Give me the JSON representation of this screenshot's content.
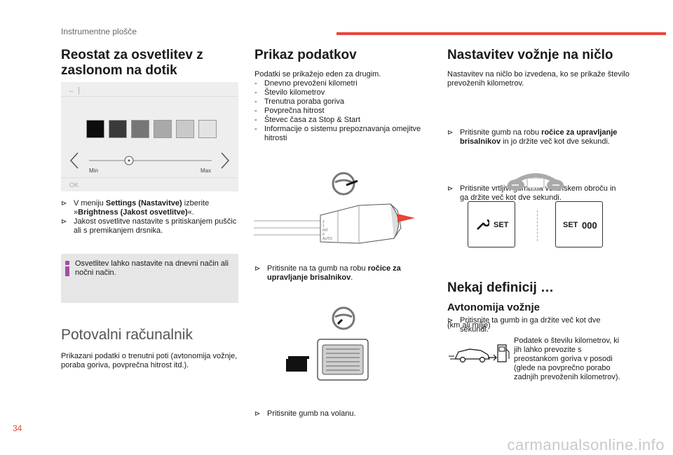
{
  "header": {
    "section": "Instrumentne plošče",
    "page": "34"
  },
  "col1": {
    "title": "Reostat za osvetlitev z zaslonom na dotik",
    "screen": {
      "min": "Min",
      "max": "Max",
      "ok": "OK"
    },
    "bullet1_a": "V meniju ",
    "bullet1_b": "Settings (Nastavitve)",
    "bullet1_c": " izberite »",
    "bullet1_d": "Brightness (Jakost osvetlitve)",
    "bullet1_e": "«.",
    "bullet2": "Jakost osvetlitve nastavite s pritiskanjem puščic ali s premikanjem drsnika.",
    "info": "Osvetlitev lahko nastavite na dnevni način ali nočni način.",
    "title2": "Potovalni računalnik",
    "para2": "Prikazani podatki o trenutni poti (avtonomija vožnje, poraba goriva, povprečna hitrost itd.)."
  },
  "col2": {
    "title": "Prikaz podatkov",
    "intro": "Podatki se prikažejo eden za drugim.",
    "items": [
      "Dnevno prevoženi kilometri",
      "Število kilometrov",
      "Trenutna poraba goriva",
      "Povprečna hitrost",
      "Števec časa za Stop & Start",
      "Informacije o sistemu prepoznavanja omejitve hitrosti"
    ],
    "stalk_labels": [
      "2",
      "1",
      "INT",
      "0",
      "AUTO"
    ],
    "bullet1_a": "Pritisnite na ta gumb na robu ",
    "bullet1_b": "ročice za upravljanje brisalnikov",
    "bullet1_c": ".",
    "bullet2": "Pritisnite gumb na volanu."
  },
  "col3": {
    "title": "Nastavitev vožnje na ničlo",
    "intro": "Nastavitev na ničlo bo izvedena, ko se prikaže število prevoženih kilometrov.",
    "bullet1_a": "Pritisnite gumb na robu ",
    "bullet1_b": "ročice za upravljanje brisalnikov",
    "bullet1_c": " in jo držite več kot dve sekundi.",
    "bullet2": "Pritisnite vrtljivi gumb na volanskem obroču in ga držite več kot dve sekundi.",
    "card1": "SET",
    "card2_set": "SET",
    "card2_val": "000",
    "bullet3": "Pritisnite ta gumb in ga držite več kot dve sekundi.",
    "title2": "Nekaj definicij …",
    "sub": "Avtonomija vožnje",
    "unit": "(km ali milje)",
    "desc": "Podatek o številu kilometrov, ki jih lahko prevozite s preostankom goriva v posodi (glede na povprečno porabo zadnjih prevoženih kilometrov)."
  },
  "footer": {
    "site": "carmanualsonline.info"
  },
  "colors": {
    "accent": "#e8443a",
    "info_icon": "#a64ca6"
  },
  "icons": [
    "back-arrow-icon",
    "chevron-left-icon",
    "chevron-right-icon",
    "steering-wheel-icon",
    "wiper-stalk-icon",
    "wrench-icon",
    "car-icon",
    "fuel-pump-icon",
    "info-icon"
  ]
}
